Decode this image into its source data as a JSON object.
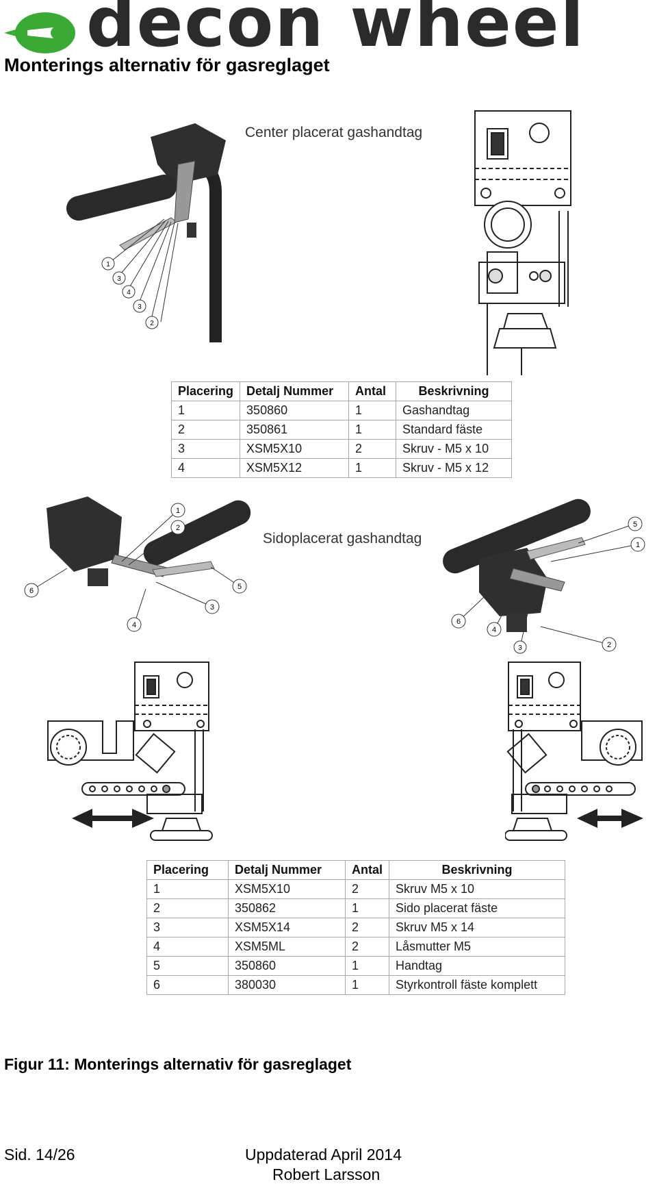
{
  "header": {
    "logo_text": "decon wheel",
    "title": "Monterings alternativ för gasreglaget"
  },
  "figures": {
    "center_label": "Center placerat gashandtag",
    "side_label": "Sidoplacerat gashandtag",
    "center_callouts": [
      "1",
      "3",
      "4",
      "3",
      "2"
    ],
    "side_left_callouts": [
      "1",
      "2",
      "6",
      "5",
      "3",
      "4"
    ],
    "side_right_callouts": [
      "5",
      "1",
      "6",
      "4",
      "3",
      "2"
    ]
  },
  "table1": {
    "headers": [
      "Placering",
      "Detalj Nummer",
      "Antal",
      "Beskrivning"
    ],
    "rows": [
      [
        "1",
        "350860",
        "1",
        "Gashandtag"
      ],
      [
        "2",
        "350861",
        "1",
        "Standard fäste"
      ],
      [
        "3",
        "XSM5X10",
        "2",
        "Skruv - M5 x 10"
      ],
      [
        "4",
        "XSM5X12",
        "1",
        "Skruv - M5 x 12"
      ]
    ]
  },
  "table2": {
    "headers": [
      "Placering",
      "Detalj Nummer",
      "Antal",
      "Beskrivning"
    ],
    "rows": [
      [
        "1",
        "XSM5X10",
        "2",
        "Skruv M5 x 10"
      ],
      [
        "2",
        "350862",
        "1",
        "Sido placerat fäste"
      ],
      [
        "3",
        "XSM5X14",
        "2",
        "Skruv M5 x 14"
      ],
      [
        "4",
        "XSM5ML",
        "2",
        "Låsmutter M5"
      ],
      [
        "5",
        "350860",
        "1",
        "Handtag"
      ],
      [
        "6",
        "380030",
        "1",
        "Styrkontroll fäste komplett"
      ]
    ]
  },
  "caption": "Figur 11: Monterings alternativ för gasreglaget",
  "footer": {
    "page": "Sid. 14/26",
    "updated": "Uppdaterad April 2014",
    "author": "Robert Larsson"
  },
  "colors": {
    "logo_green": "#3aa935",
    "logo_gray": "#2b2b2b",
    "drawing": "#2a2a2a"
  }
}
